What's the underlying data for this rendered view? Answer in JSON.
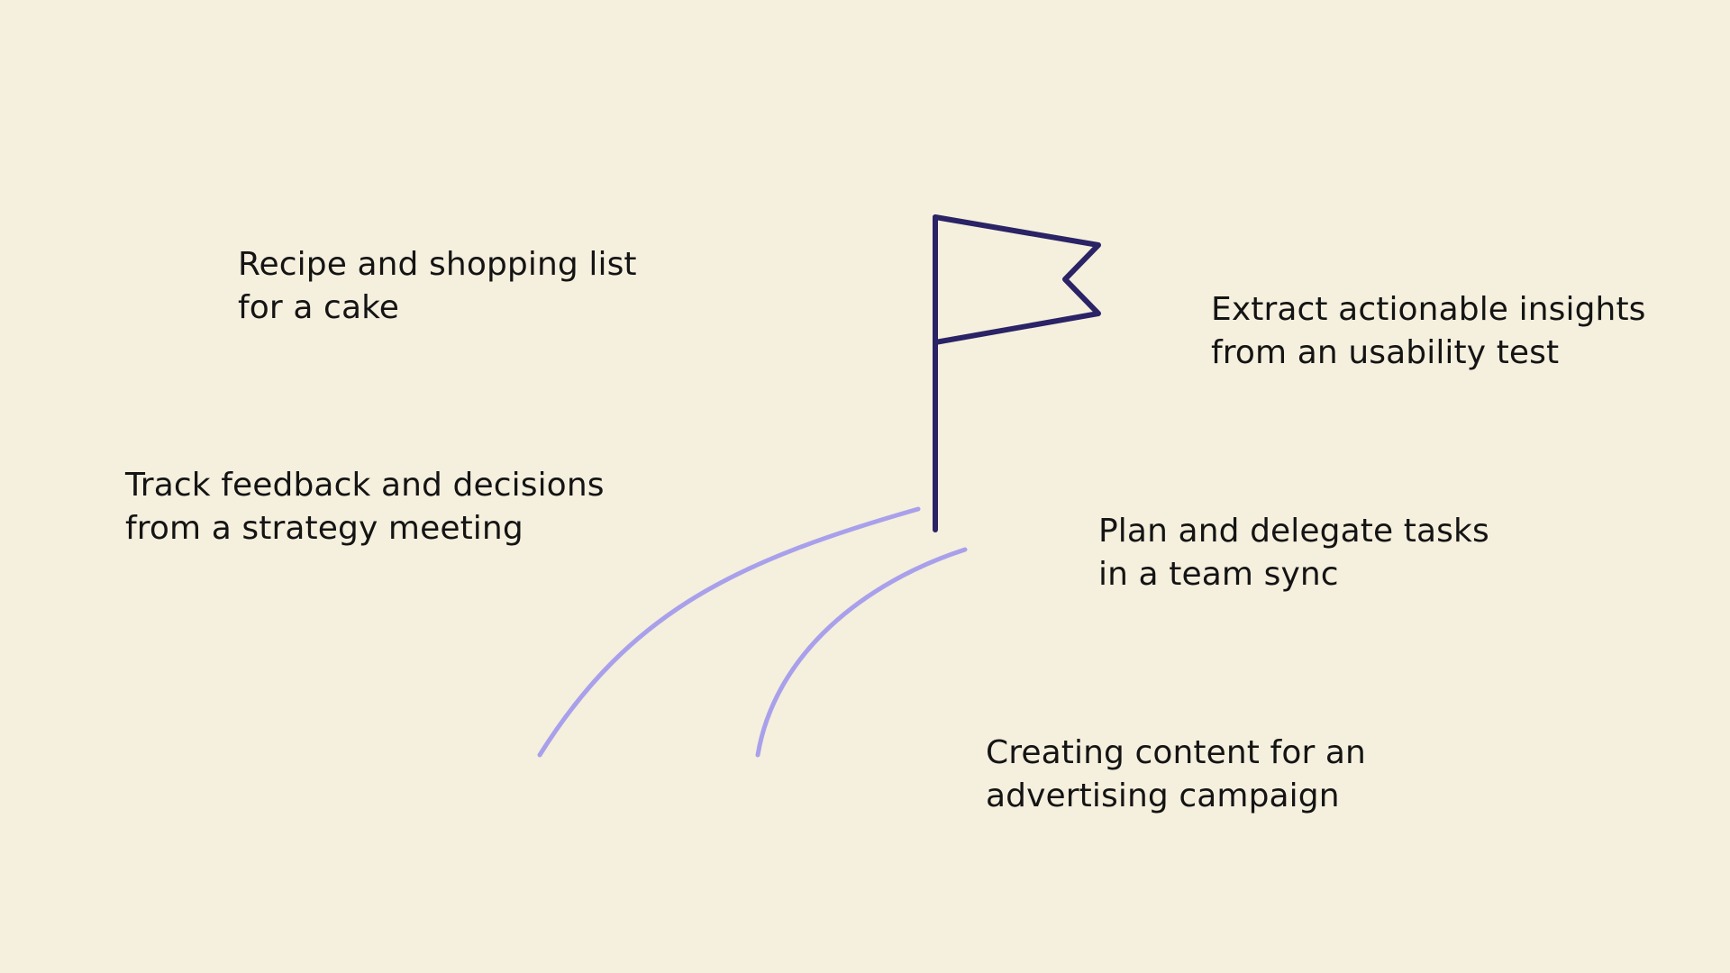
{
  "colors": {
    "background": "#F5EFDD",
    "flag": "#2A2366",
    "path": "#A9A0EC",
    "text": "#141414"
  },
  "icons": {
    "flag": "flag-icon",
    "path": "winding-path"
  },
  "labels": {
    "recipe": {
      "line1": "Recipe and shopping list",
      "line2": "for a cake"
    },
    "insights": {
      "line1": "Extract actionable insights",
      "line2": "from an usability test"
    },
    "track": {
      "line1": "Track feedback and decisions",
      "line2": "from a strategy meeting"
    },
    "plan": {
      "line1": "Plan and delegate tasks",
      "line2": "in a team sync"
    },
    "content": {
      "line1": "Creating content for an",
      "line2": "advertising campaign"
    }
  }
}
